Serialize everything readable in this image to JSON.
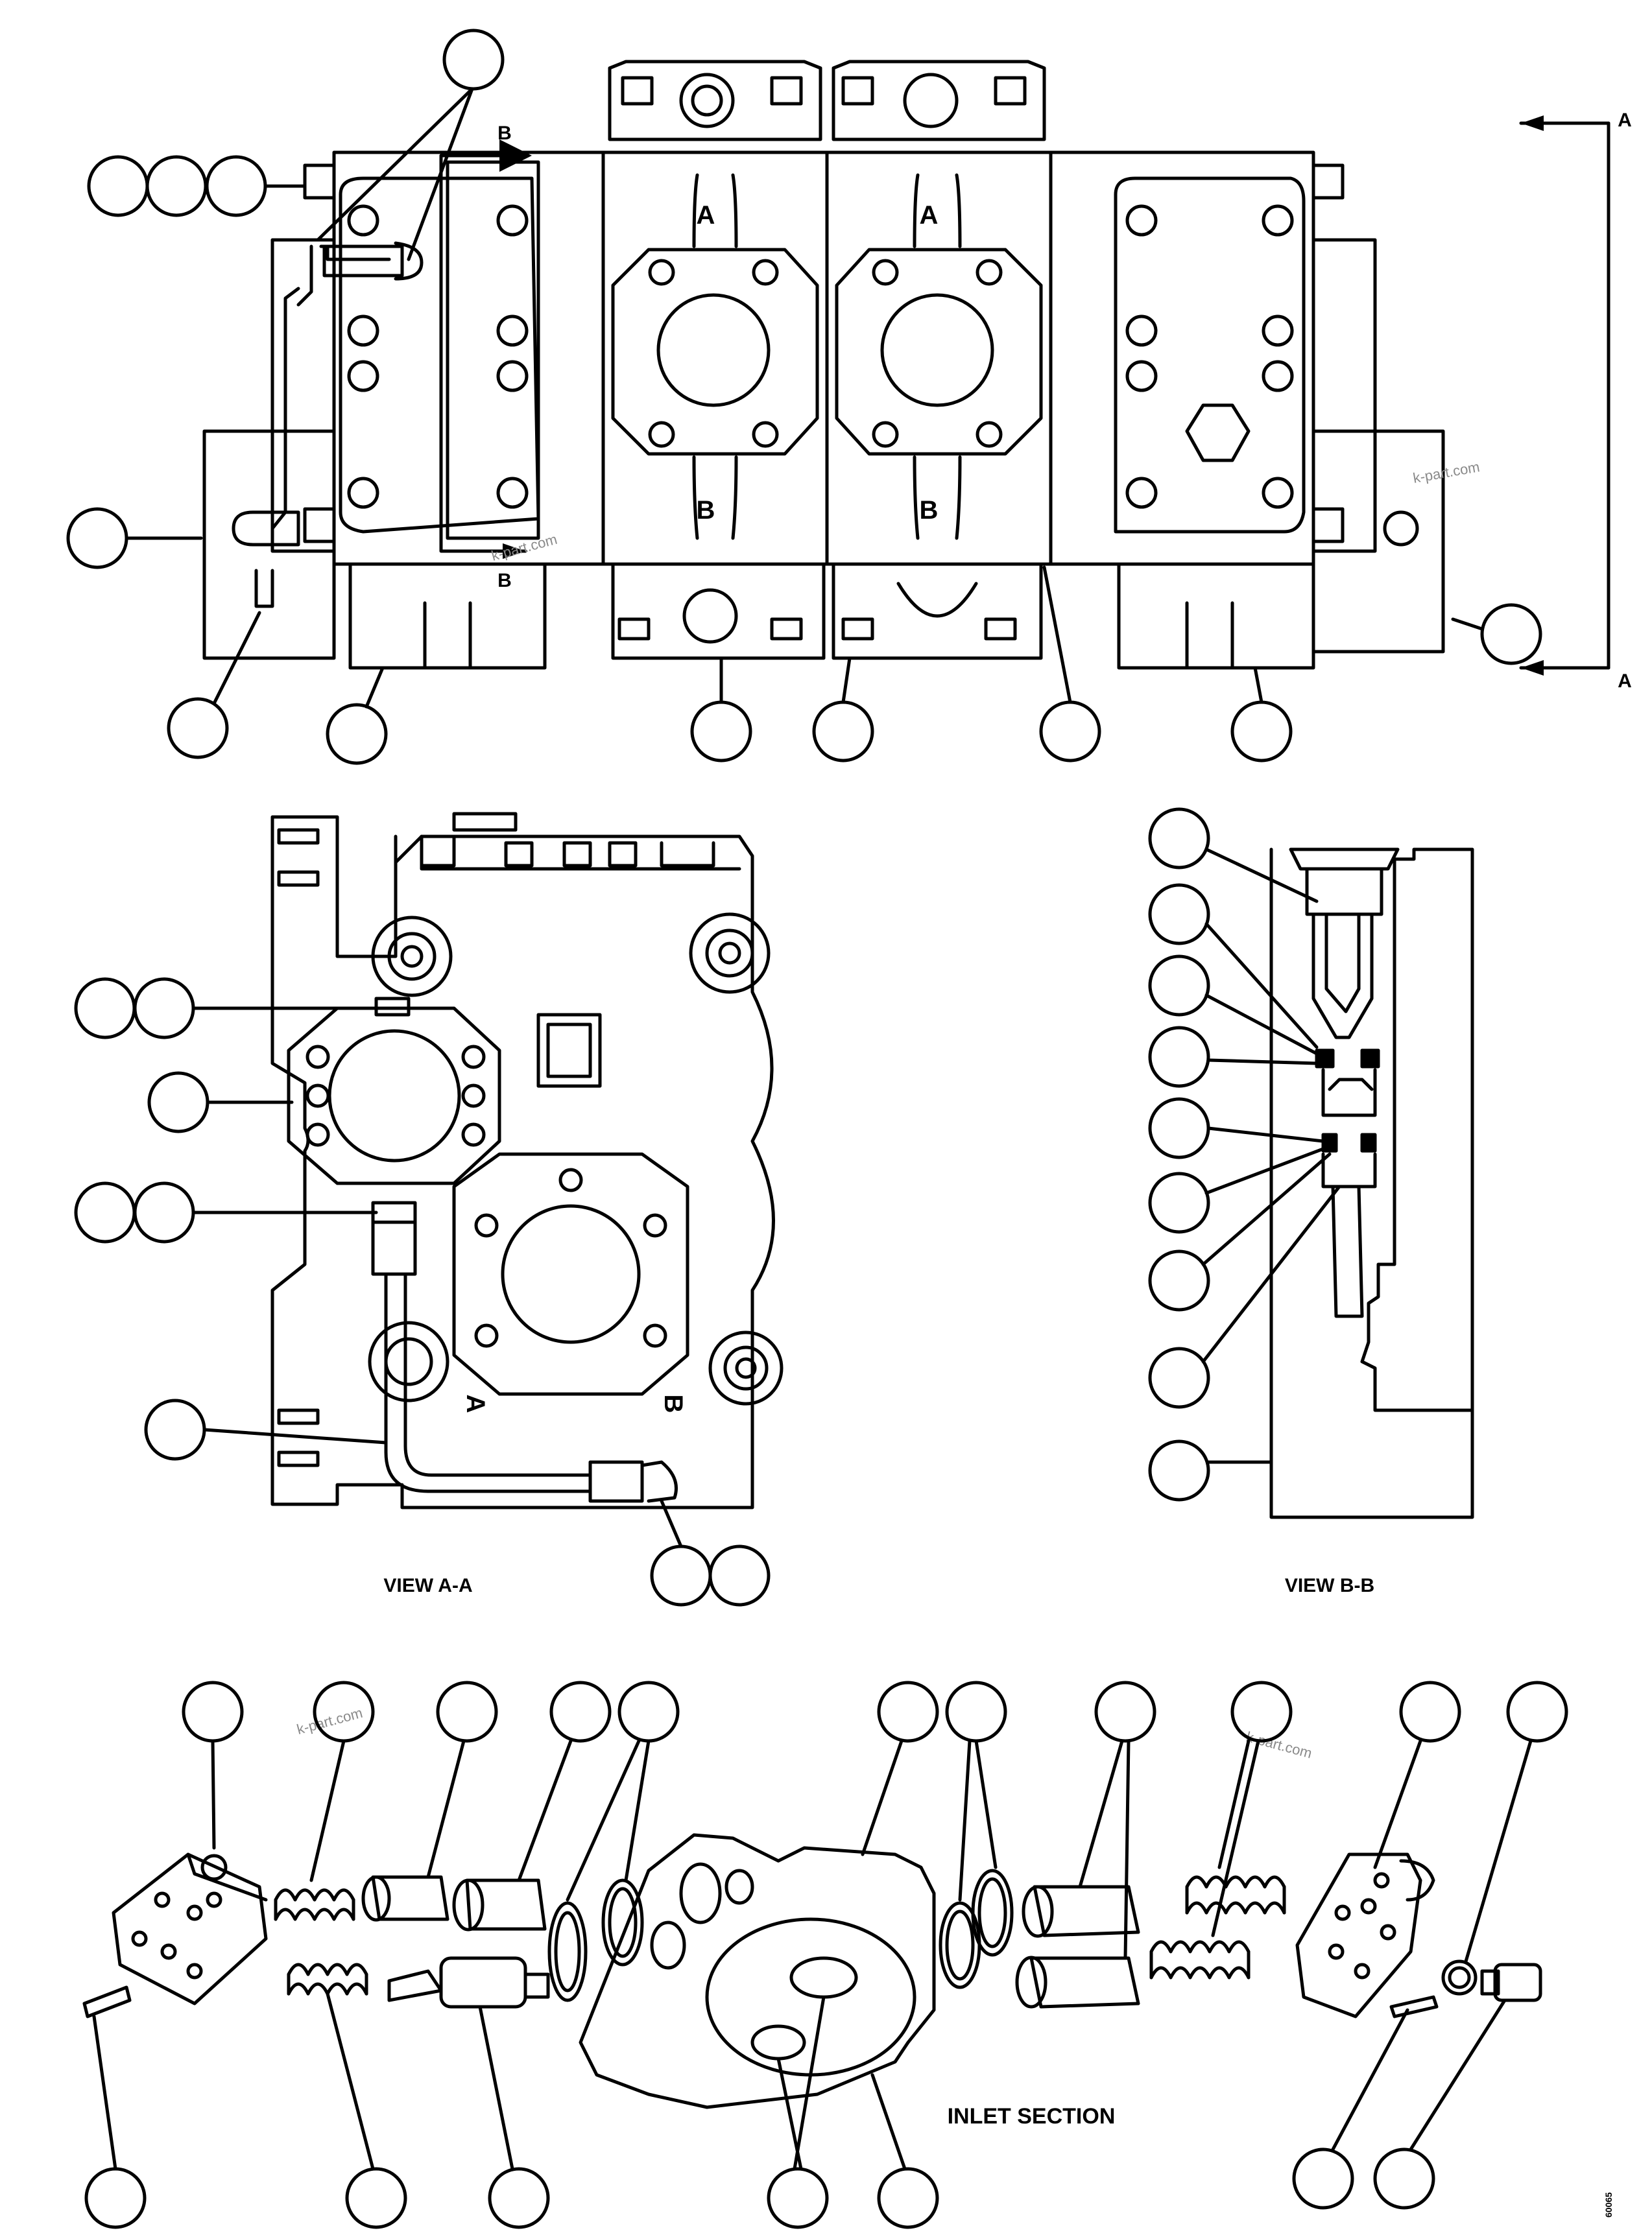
{
  "figure": {
    "view_aa_caption": "VIEW A-A",
    "view_bb_caption": "VIEW B-B",
    "inlet_caption": "INLET SECTION",
    "code": "60065",
    "watermark": "k-part.com",
    "section_letter_a": "A",
    "section_letter_b": "B",
    "port_a": "A",
    "port_b": "B"
  }
}
